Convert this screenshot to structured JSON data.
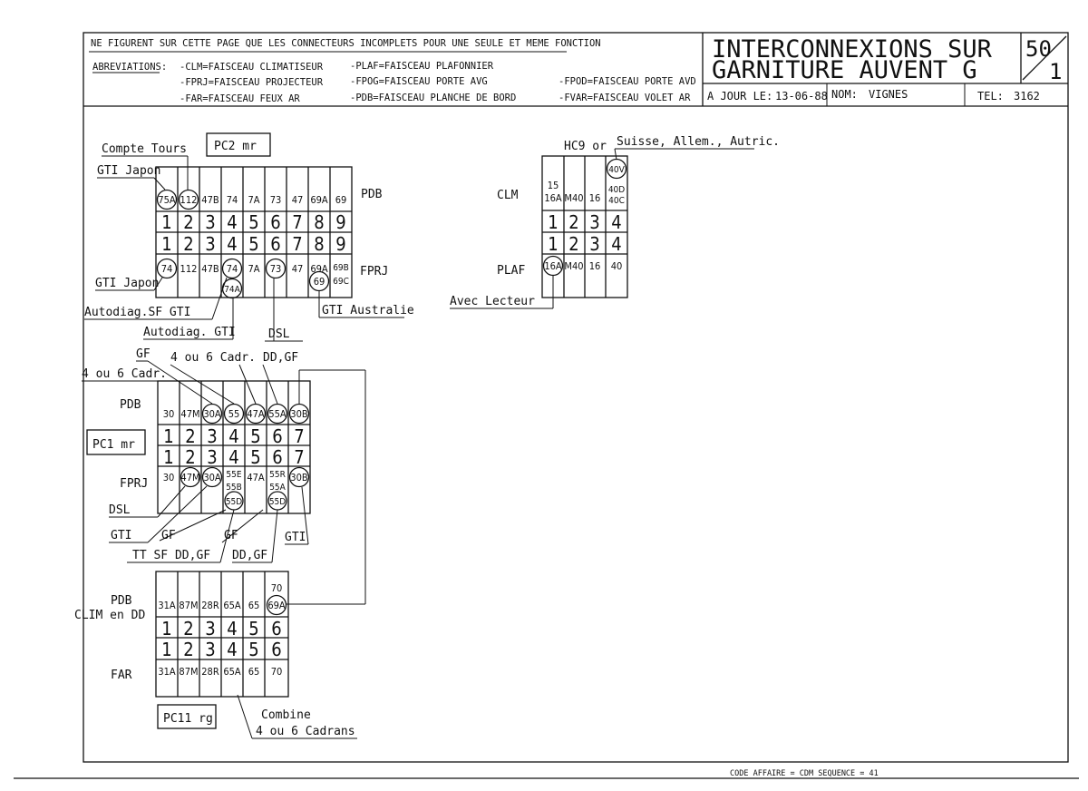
{
  "header": {
    "note": "NE FIGURENT SUR CETTE PAGE QUE LES CONNECTEURS INCOMPLETS POUR UNE SEULE ET MEME FONCTION",
    "abbr_label": "ABREVIATIONS:",
    "abbr": {
      "clm": "-CLM=FAISCEAU CLIMATISEUR",
      "fprj": "-FPRJ=FAISCEAU PROJECTEUR",
      "far": "-FAR=FAISCEAU FEUX AR",
      "plaf": "-PLAF=FAISCEAU PLAFONNIER",
      "fpog": "-FPOG=FAISCEAU PORTE AVG",
      "pdb": "-PDB=FAISCEAU PLANCHE DE BORD",
      "fpod": "-FPOD=FAISCEAU PORTE AVD",
      "fvar": "-FVAR=FAISCEAU VOLET AR"
    },
    "title_line1": "INTERCONNEXIONS SUR",
    "title_line2": "GARNITURE AUVENT G",
    "page_num": "50",
    "page_sub": "1",
    "date_label": "A JOUR LE:",
    "date": "13-06-88",
    "name_label": "NOM:",
    "name": "VIGNES",
    "tel_label": "TEL:",
    "tel": "3162"
  },
  "pc2": {
    "label": "PC2 mr",
    "row_pdb": "PDB",
    "row_fprj": "FPRJ",
    "top": [
      "75A",
      "112",
      "47B",
      "74",
      "7A",
      "73",
      "47",
      "69A",
      "69"
    ],
    "nums": [
      "1",
      "2",
      "3",
      "4",
      "5",
      "6",
      "7",
      "8",
      "9"
    ],
    "bottom": [
      "74",
      "112",
      "47B",
      "74",
      "7A",
      "73",
      "47",
      "69A",
      "69B"
    ],
    "bottom_extra": {
      "c4": "74A",
      "c8": "69",
      "c9": "69C"
    },
    "notes": {
      "compte_tours": "Compte Tours",
      "gti_japon_top": "GTI Japon",
      "gti_japon_bot": "GTI Japon",
      "autodiag_sf": "Autodiag.SF GTI",
      "autodiag": "Autodiag. GTI",
      "dsl": "DSL",
      "gti_australie": "GTI Australie"
    }
  },
  "hc9": {
    "label": "HC9 or",
    "suisse": "Suisse, Allem., Autric.",
    "row_clm": "CLM",
    "row_plaf": "PLAF",
    "top_c1": [
      "15",
      "16A"
    ],
    "top_c2": "M40",
    "top_c3": "16",
    "top_c4": [
      "40V",
      "40D",
      "40C"
    ],
    "nums": [
      "1",
      "2",
      "3",
      "4"
    ],
    "bottom": [
      "16A",
      "M40",
      "16",
      "40"
    ],
    "avec_lecteur": "Avec Lecteur"
  },
  "pc1": {
    "label": "PC1 mr",
    "row_pdb": "PDB",
    "row_fprj": "FPRJ",
    "top": [
      "30",
      "47M",
      "30A",
      "55",
      "47A",
      "55A",
      "30B"
    ],
    "nums": [
      "1",
      "2",
      "3",
      "4",
      "5",
      "6",
      "7"
    ],
    "bottom": [
      "30",
      "47M",
      "30A",
      "55E",
      "47A",
      "55R",
      "30B"
    ],
    "bottom_c4_extra": [
      "55B",
      "55D"
    ],
    "bottom_c6_extra": [
      "55A",
      "55D"
    ],
    "notes": {
      "gf_top": "GF",
      "cadr_top": "4 ou 6 Cadr.",
      "dd_gf_top": "DD,GF",
      "cadr_left": "4 ou 6 Cadr.",
      "dsl": "DSL",
      "gti_left": "GTI",
      "gf_1": "GF",
      "gf_2": "GF",
      "tt_sf": "TT SF DD,GF",
      "dd_gf_bot": "DD,GF",
      "gti_right": "GTI"
    }
  },
  "pc11": {
    "label": "PC11 rg",
    "row_pdb": "PDB",
    "row_clim": "CLIM en DD",
    "row_far": "FAR",
    "top": [
      "31A",
      "87M",
      "28R",
      "65A",
      "65",
      "69A"
    ],
    "top_c6_extra": "70",
    "nums": [
      "1",
      "2",
      "3",
      "4",
      "5",
      "6"
    ],
    "bottom": [
      "31A",
      "87M",
      "28R",
      "65A",
      "65",
      "70"
    ],
    "combine_1": "Combine",
    "combine_2": "4 ou 6 Cadrans"
  },
  "footer": {
    "code": "CODE AFFAIRE = CDM SEQUENCE = 41"
  }
}
